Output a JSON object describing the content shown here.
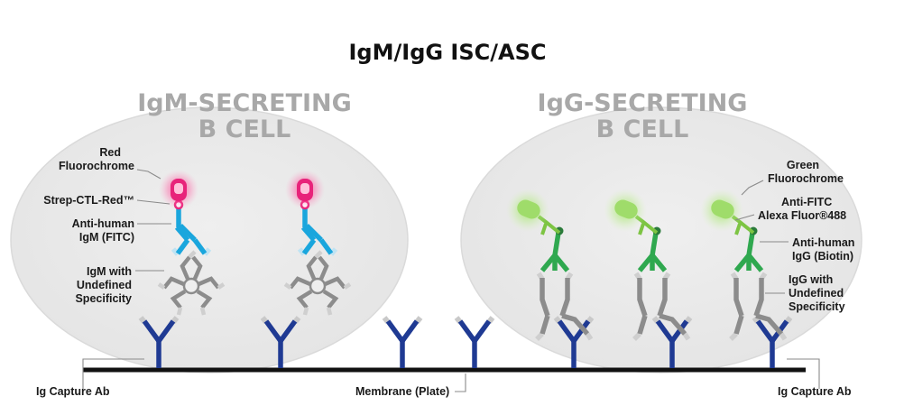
{
  "title": "IgM/IgG ISC/ASC",
  "cells": [
    {
      "line1": "IgM-SECRETING",
      "line2": "B CELL"
    },
    {
      "line1": "IgG-SECRETING",
      "line2": "B CELL"
    }
  ],
  "labels": {
    "red_fluoro": [
      "Red",
      "Fluorochrome"
    ],
    "strep": "Strep-CTL-Red™",
    "anti_igm": [
      "Anti-human",
      "IgM (FITC)"
    ],
    "igm_undefined": [
      "IgM with",
      "Undefined",
      "Specificity"
    ],
    "capture_left": "Ig Capture Ab",
    "membrane": "Membrane (Plate)",
    "capture_right": "Ig Capture Ab",
    "green_fluoro": [
      "Green",
      "Fluorochrome"
    ],
    "anti_fitc": [
      "Anti-FITC",
      "Alexa Fluor®488"
    ],
    "anti_igg": [
      "Anti-human",
      "IgG (Biotin)"
    ],
    "igg_undefined": [
      "IgG with",
      "Undefined",
      "Specificity"
    ]
  },
  "colors": {
    "capture_ab": "#1f3a93",
    "anti_igm": "#1aa6dd",
    "red_fluorochrome": "#e8237a",
    "anti_igg": "#2fa84f",
    "green_fluorochrome": "#7dc443",
    "undefined_ab": "#8c8c8c",
    "cell": "#ececec"
  }
}
